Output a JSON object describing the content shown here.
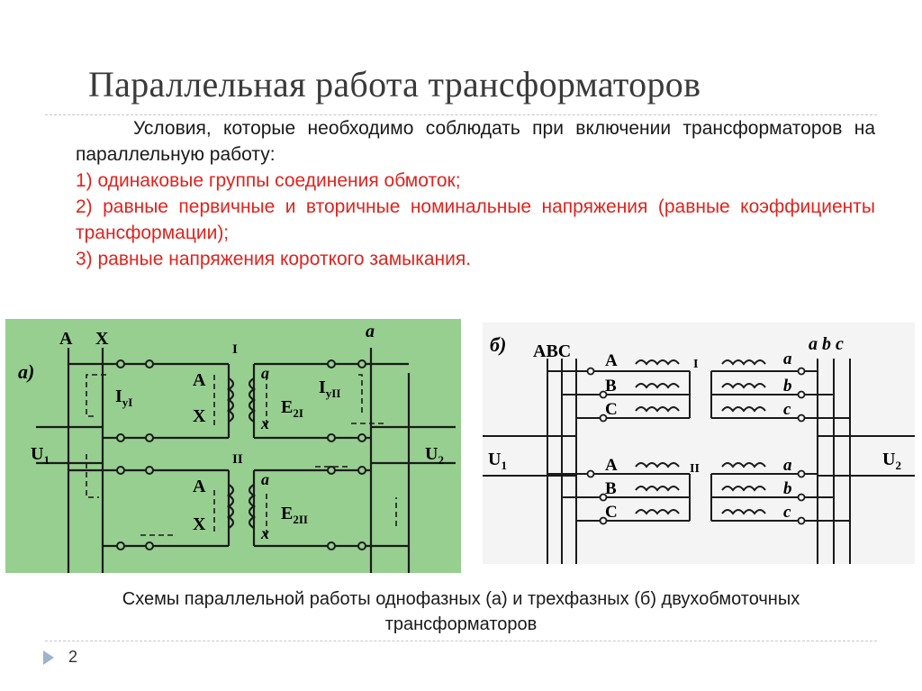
{
  "slide": {
    "title": "Параллельная работа трансформаторов",
    "intro": "Условия, которые необходимо соблюдать при включении трансформаторов на параллельную работу:",
    "conditions": [
      "1) одинаковые группы соединения обмоток;",
      "2) равные первичные и вторичные номинальные напряжения (равные коэффициенты трансформации);",
      "3) равные напряжения короткого замыкания."
    ],
    "caption": "Схемы параллельной работы однофазных (а) и трехфазных (б) двухобмоточных трансформаторов",
    "page_number": "2"
  },
  "figure_a": {
    "panel_label": "а)",
    "bus_A": "A",
    "bus_X": "X",
    "bus_a": "a",
    "transformer_1": "I",
    "transformer_2": "II",
    "primary_start": "A",
    "primary_end": "X",
    "secondary_start": "a",
    "secondary_end": "x",
    "current_1": "I",
    "current_1_sub": "уI",
    "current_2": "I",
    "current_2_sub": "уII",
    "emf_1": "E",
    "emf_1_sub": "2I",
    "emf_2": "E",
    "emf_2_sub": "2II",
    "voltage_1": "U",
    "voltage_1_sub": "1",
    "voltage_2": "U",
    "voltage_2_sub": "2",
    "background": "#97cf90"
  },
  "figure_b": {
    "panel_label": "б)",
    "buses_primary": "ABC",
    "buses_secondary": "a b c",
    "transformer_1": "I",
    "transformer_2": "II",
    "phase_A": "A",
    "phase_B": "B",
    "phase_C": "C",
    "phase_a": "a",
    "phase_b": "b",
    "phase_c": "c",
    "voltage_1": "U",
    "voltage_1_sub": "1",
    "voltage_2": "U",
    "voltage_2_sub": "2"
  },
  "colors": {
    "accent_red": "#e0231d",
    "nav_triangle": "#9fb3cc",
    "title": "#3a3a3a"
  }
}
